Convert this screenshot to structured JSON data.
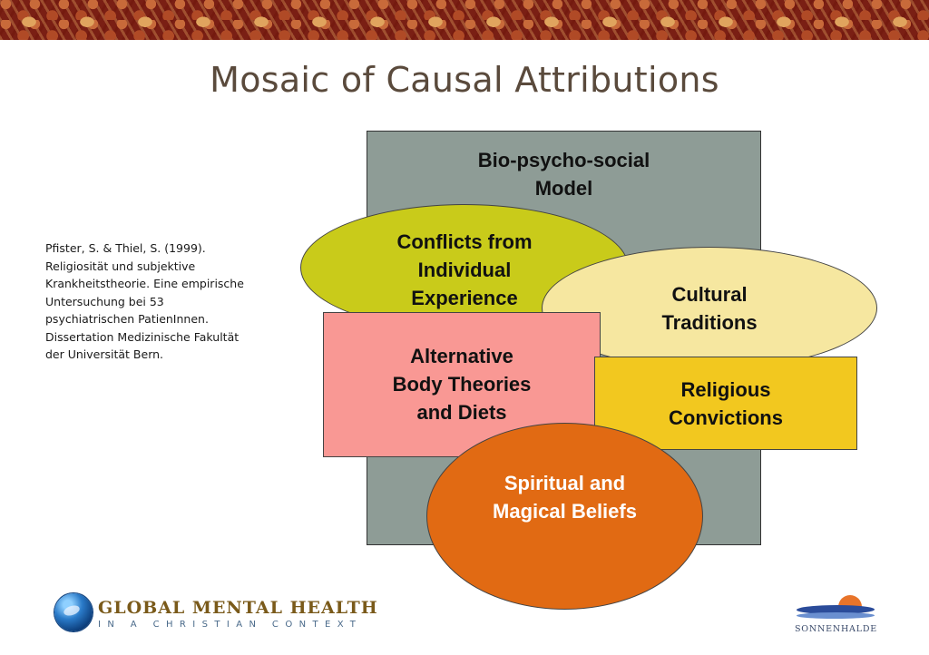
{
  "slide": {
    "title": "Mosaic of Causal Attributions",
    "citation": "Pfister, S. & Thiel, S. (1999).\nReligiosität und subjektive\nKrankheitstheorie. Eine empirische\nUntersuchung bei 53\npsychiatrischen PatienInnen.\nDissertation Medizinische Fakultät\nder Universität Bern."
  },
  "diagram": {
    "model_label": "Bio-psycho-social\nModel",
    "conflicts_label": "Conflicts from\nIndividual\nExperience",
    "cultural_label": "Cultural\nTraditions",
    "body_label": "Alternative\nBody Theories\nand Diets",
    "religious_label": "Religious\nConvictions",
    "spiritual_label": "Spiritual and\nMagical  Beliefs"
  },
  "footer": {
    "gmh_main": "GLOBAL  MENTAL HEALTH",
    "gmh_sub": "IN A CHRISTIAN CONTEXT",
    "sonnen": "SONNENHALDE"
  },
  "colors": {
    "model_box": "#8e9c96",
    "conflicts": "#c9cb1a",
    "cultural": "#f6e7a0",
    "body": "#f99894",
    "religious": "#f2c81f",
    "spiritual": "#e16a13"
  }
}
